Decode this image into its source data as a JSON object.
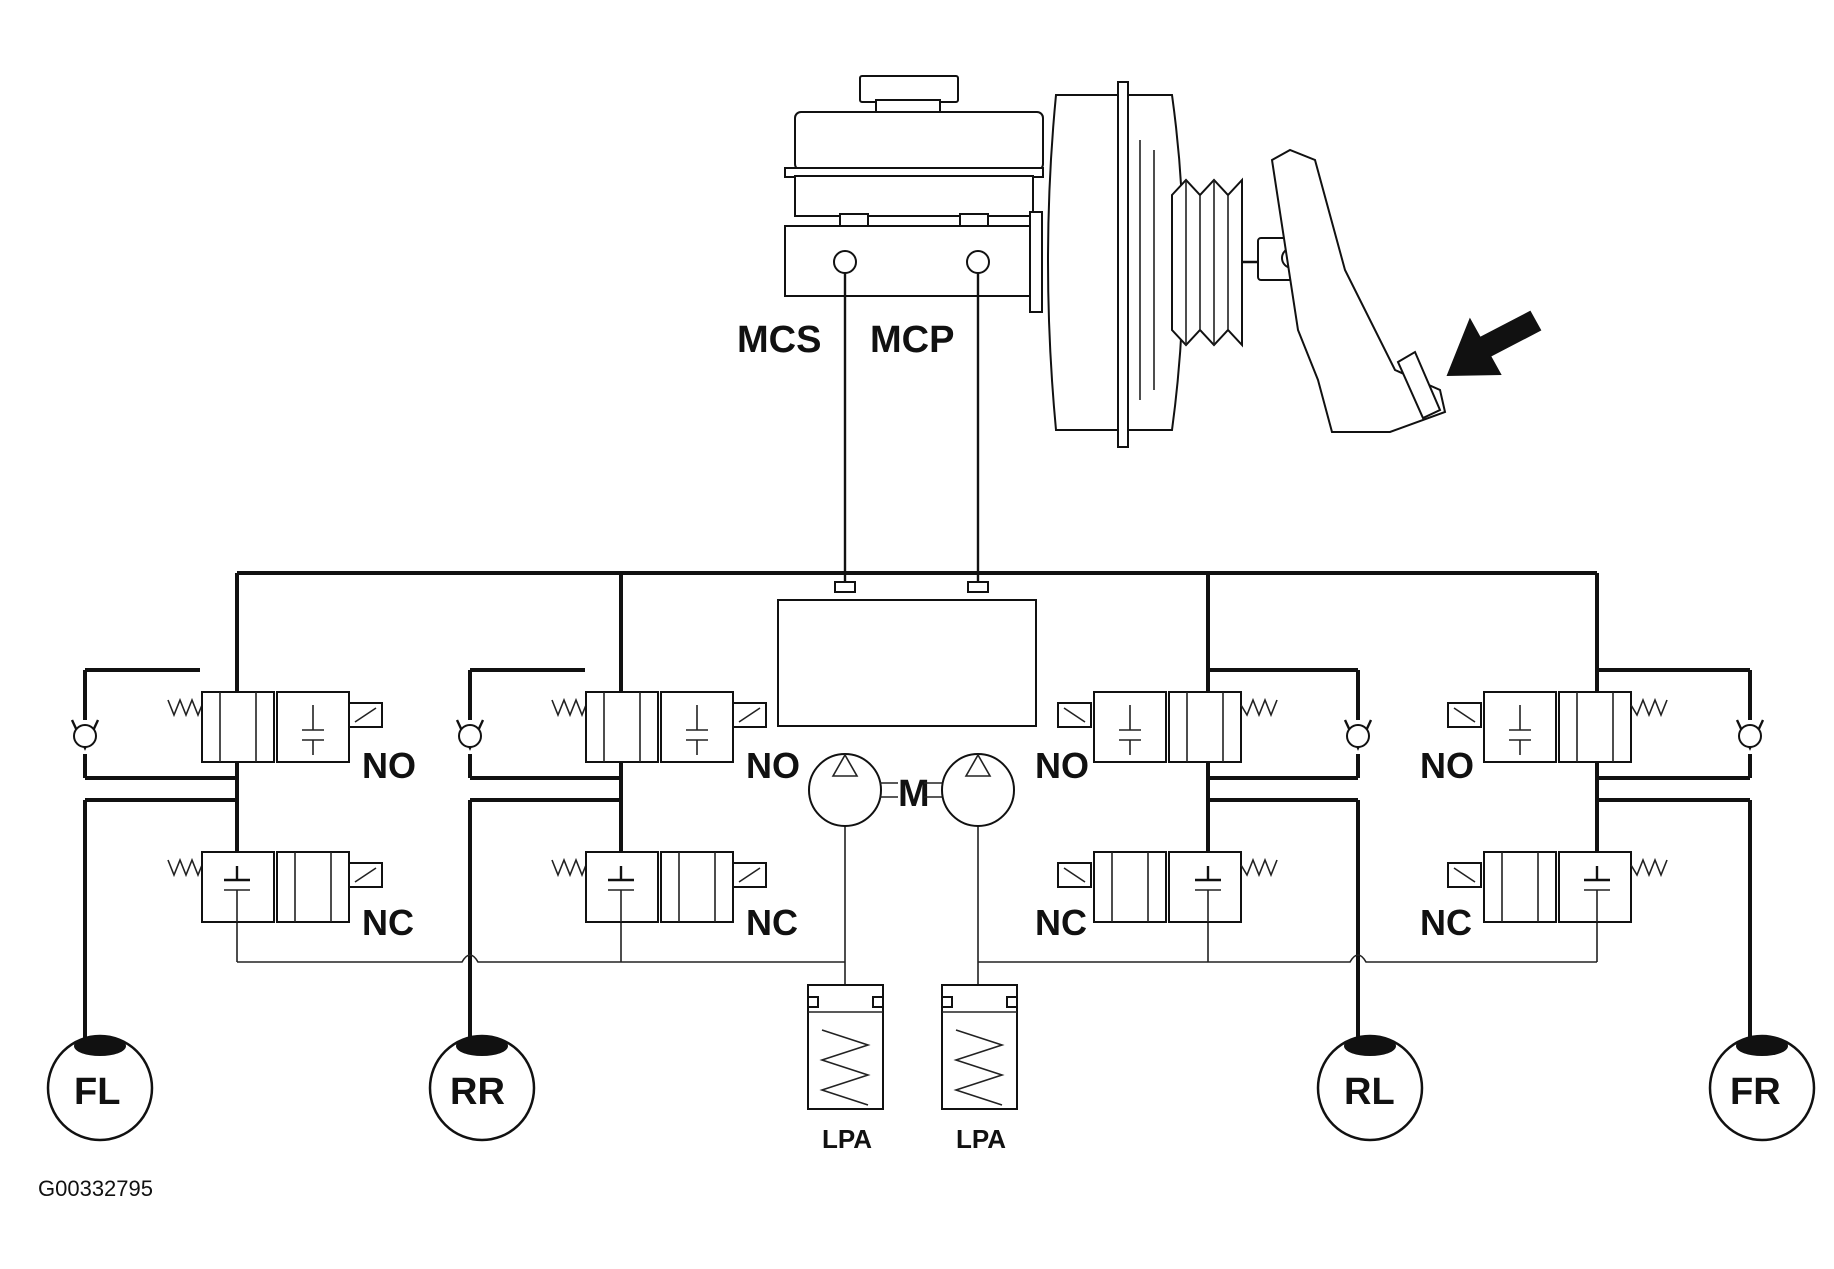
{
  "labels": {
    "mcs": "MCS",
    "mcp": "MCP",
    "motor": "M",
    "wheels": {
      "fl": "FL",
      "rr": "RR",
      "rl": "RL",
      "fr": "FR"
    },
    "valves": {
      "no": "NO",
      "nc": "NC"
    },
    "lpa_left": "LPA",
    "lpa_right": "LPA",
    "figure_code": "G00332795"
  },
  "icons": {
    "pedal_arrow": "arrow-icon",
    "check_valve": "check-valve-icon",
    "spring": "spring-icon",
    "solenoid": "solenoid-icon",
    "pump": "pump-icon"
  },
  "colors": {
    "line": "#111111",
    "background": "#ffffff"
  }
}
